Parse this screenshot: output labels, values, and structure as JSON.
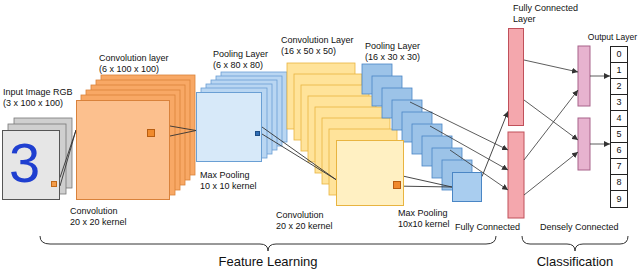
{
  "diagram": {
    "nodes": [
      {
        "text": [
          "Input Image RGB (3 x 100 x 100)",
          "3"
        ]
      },
      {
        "text": [
          "Convolution layer (6 x 100 x 100)"
        ]
      },
      {
        "text": [
          "Pooling Layer (6 x 80 x 80)"
        ]
      },
      {
        "text": [
          "Convolution Layer (16 x 50 x 50)"
        ]
      },
      {
        "text": [
          "Pooling Layer (16 x 30 x 30)"
        ]
      },
      {
        "text": [
          "Fully Connected Layer"
        ]
      },
      {
        "text": [
          "Output Layer"
        ]
      },
      {
        "text": [
          "0"
        ],
        "in": 6
      },
      {
        "text": [
          "1"
        ],
        "in": 6
      },
      {
        "text": [
          "2"
        ],
        "in": 6
      },
      {
        "text": [
          "3"
        ],
        "in": 6
      },
      {
        "text": [
          "4"
        ],
        "in": 6
      },
      {
        "text": [
          "5"
        ],
        "in": 6
      },
      {
        "text": [
          "6"
        ],
        "in": 6
      },
      {
        "text": [
          "7"
        ],
        "in": 6
      },
      {
        "text": [
          "8"
        ],
        "in": 6
      },
      {
        "text": [
          "9"
        ],
        "in": 6
      }
    ],
    "edges": [
      {
        "from": 0,
        "to": 1,
        "arrow": "none"
      },
      {
        "from": 1,
        "to": 2,
        "arrow": "none"
      },
      {
        "from": 2,
        "to": 3,
        "arrow": "none"
      },
      {
        "from": 3,
        "to": 4,
        "arrow": "none"
      },
      {
        "from": 4,
        "to": 5,
        "arrow": "to"
      }
    ],
    "labels": [
      "Convolution 20 x 20 kernel",
      "Max Pooling 10 x 10 kernel",
      "Convolution 20 x 20 kernel",
      "Max Pooling 10x10 kernel",
      "Fully Connected",
      "Densely Connected",
      "Feature Learning",
      "Classification"
    ]
  }
}
